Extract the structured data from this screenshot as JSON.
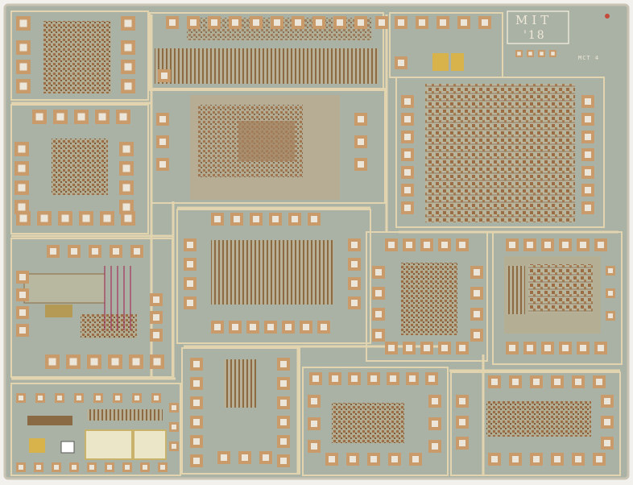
{
  "photo": {
    "subject_icon": "chip-die-icon",
    "marking": {
      "name": "MIT",
      "year": "'18",
      "code": "MCT 4"
    },
    "colors": {
      "die": "#a9b2a4",
      "die_edge": "#c9c3b4",
      "pad_fill": "#c99a6a",
      "pad_center": "#ece6da",
      "route": "#e3d4b0",
      "logic": "#9c6e45",
      "block_fill": "#b3b79f",
      "gold": "#d8b24a",
      "ink": "#efe8d8"
    }
  }
}
